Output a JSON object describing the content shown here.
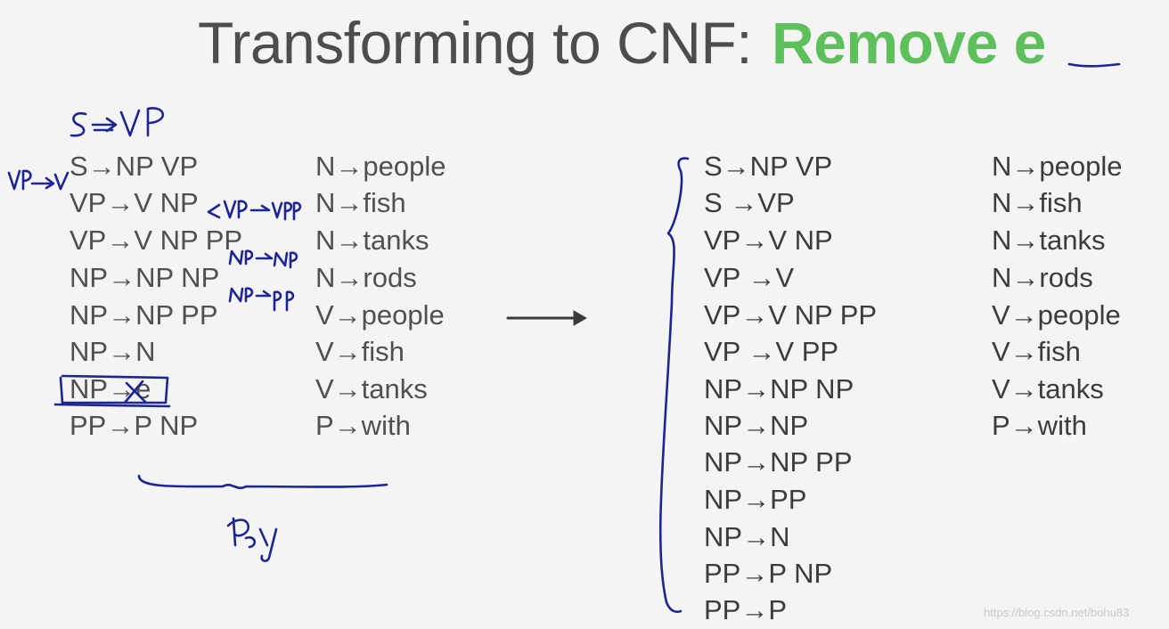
{
  "slide": {
    "title_main": "Transforming to CNF:",
    "title_highlight": "Remove e"
  },
  "left_grammar": {
    "phrase_rules": [
      "S→NP  VP",
      "VP→V NP",
      "VP→V NP PP",
      "NP→NP NP",
      "NP→NP PP",
      "NP→N",
      "NP→e",
      "PP→P NP"
    ],
    "lexical_rules": [
      "N→people",
      "N→fish",
      "N→tanks",
      "N→rods",
      "V→people",
      "V→fish",
      "V→tanks",
      "P→with"
    ]
  },
  "right_grammar": {
    "phrase_rules": [
      "S→NP  VP",
      "S →VP",
      "VP→V NP",
      "VP →V",
      "VP→V NP PP",
      "VP →V PP",
      "NP→NP NP",
      "NP→NP",
      "NP→NP PP",
      "NP→PP",
      "NP→N",
      "PP→P NP",
      "PP→P"
    ],
    "lexical_rules": [
      "N→people",
      "N→fish",
      "N→tanks",
      "N→rods",
      "V→people",
      "V→fish",
      "V→tanks",
      "P→with"
    ]
  },
  "watermark": "https://blog.csdn.net/bohu83",
  "colors": {
    "title": "#4d4d4d",
    "highlight": "#5ec05a",
    "ink": "#1c2496",
    "text": "#505050"
  }
}
